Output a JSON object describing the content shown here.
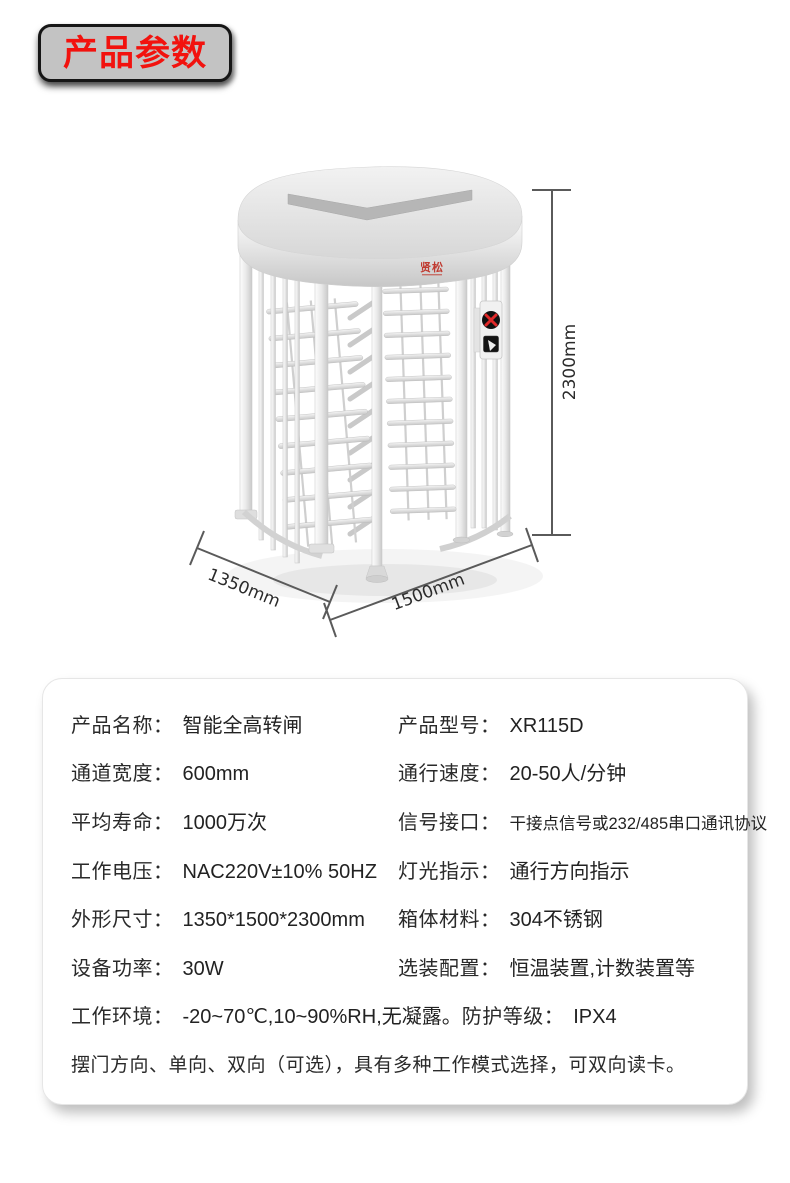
{
  "badge": {
    "label": "产品参数",
    "text_color": "#f2120e",
    "bg_color": "#c3c3c3"
  },
  "figure": {
    "name": "智能全高转闸产品图",
    "brand_logo": "贤松",
    "dimensions": {
      "height": "2300mm",
      "depth": "1350mm",
      "width": "1500mm"
    }
  },
  "specs": {
    "rows": [
      {
        "left": {
          "label": "产品名称：",
          "value": "智能全高转闸"
        },
        "right": {
          "label": "产品型号：",
          "value": "XR115D"
        }
      },
      {
        "left": {
          "label": "通道宽度：",
          "value": "600mm"
        },
        "right": {
          "label": "通行速度：",
          "value": "20-50人/分钟"
        }
      },
      {
        "left": {
          "label": "平均寿命：",
          "value": "1000万次"
        },
        "right": {
          "label": "信号接口：",
          "value": "干接点信号或232/485串口通讯协议"
        }
      },
      {
        "left": {
          "label": "工作电压：",
          "value": "NAC220V±10% 50HZ"
        },
        "right": {
          "label": "灯光指示：",
          "value": "通行方向指示"
        }
      },
      {
        "left": {
          "label": "外形尺寸：",
          "value": "1350*1500*2300mm"
        },
        "right": {
          "label": "箱体材料：",
          "value": "304不锈钢"
        }
      },
      {
        "left": {
          "label": "设备功率：",
          "value": "30W"
        },
        "right": {
          "label": "选装配置：",
          "value": "恒温装置,计数装置等"
        }
      },
      {
        "left": {
          "label": "工作环境：",
          "value": "-20~70℃,10~90%RH,无凝露。"
        },
        "right": {
          "label": "防护等级：",
          "value": "IPX4"
        }
      }
    ],
    "footnote": "摆门方向、单向、双向（可选），具有多种工作模式选择，可双向读卡。"
  }
}
